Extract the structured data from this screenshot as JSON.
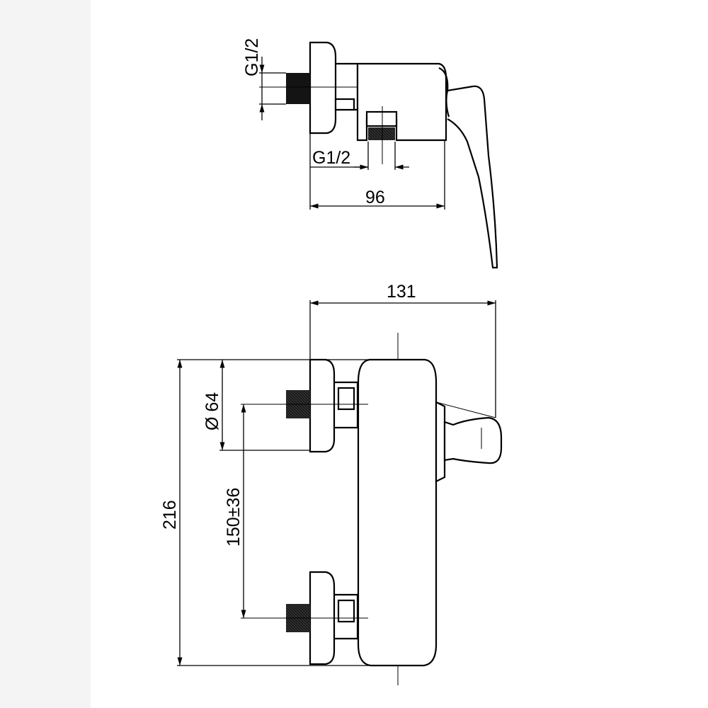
{
  "drawing": {
    "side_view": {
      "label_thread_inlet": "G1/2",
      "label_thread_outlet": "G1/2",
      "label_depth": "96"
    },
    "front_view": {
      "label_width": "131",
      "label_height": "216",
      "label_diameter": "Ø 64",
      "label_centers": "150±36"
    }
  }
}
